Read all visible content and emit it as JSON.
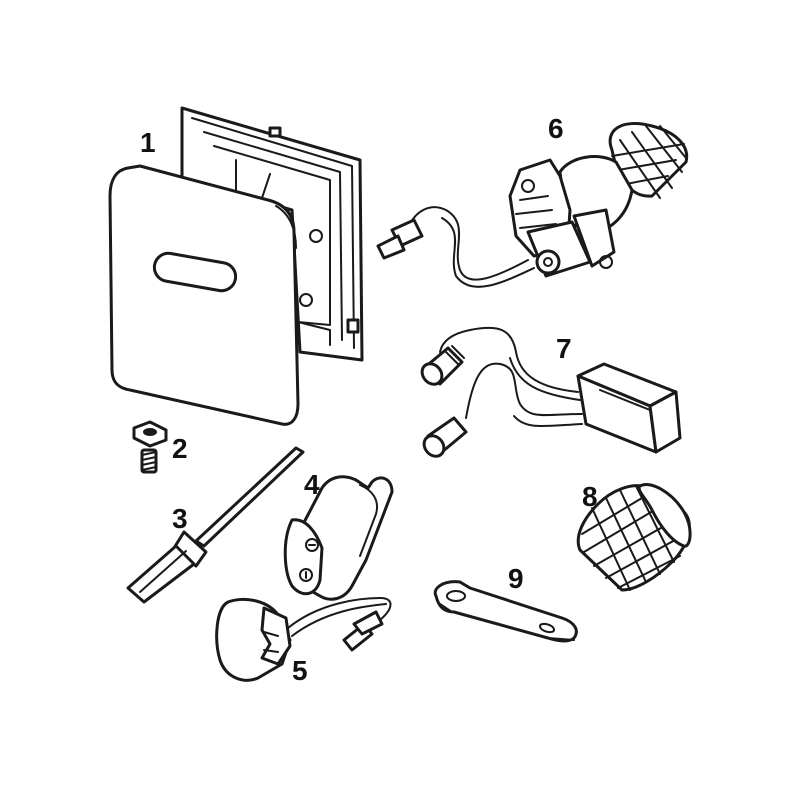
{
  "parts": [
    {
      "number": "1"
    },
    {
      "number": "2"
    },
    {
      "number": "3"
    },
    {
      "number": "4"
    },
    {
      "number": "5"
    },
    {
      "number": "6"
    },
    {
      "number": "7"
    },
    {
      "number": "8"
    },
    {
      "number": "9"
    }
  ]
}
